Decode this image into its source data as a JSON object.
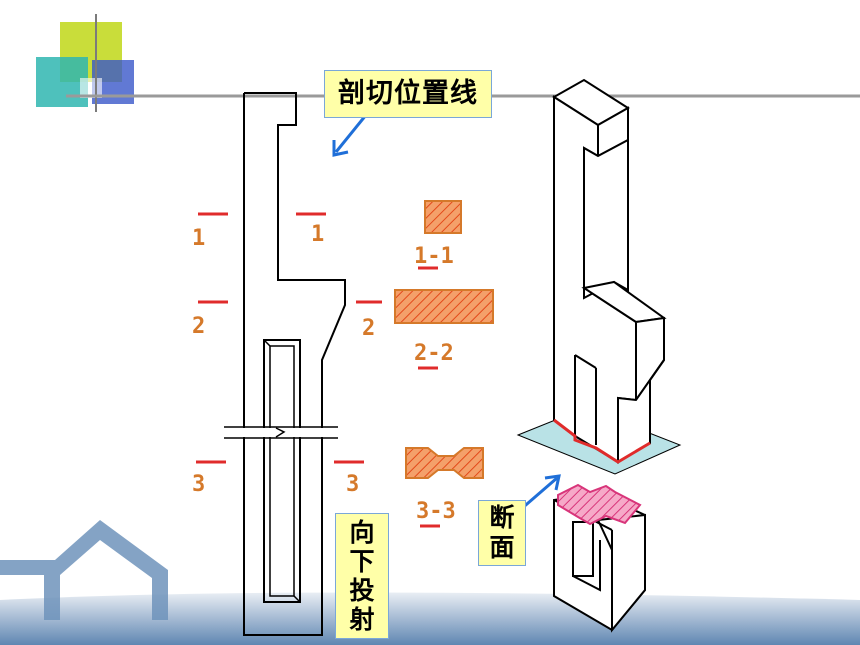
{
  "callouts": {
    "cut_position_line": "剖切位置线",
    "section": [
      "断",
      "面"
    ],
    "projection": [
      "向",
      "下",
      "投",
      "射"
    ]
  },
  "cut_marks": {
    "left": [
      "1",
      "2",
      "3"
    ],
    "right": [
      "1",
      "1",
      "2",
      "3"
    ]
  },
  "section_labels": [
    "1-1",
    "2-2",
    "3-3"
  ],
  "colors": {
    "section_fill": "#f4a06a",
    "hatch": "#e34a1a",
    "label_orange": "#d5792a",
    "mark_red": "#e02b2b",
    "callout_fill": "#ffffa8",
    "arrow_blue": "#1f6fd8",
    "cut_plane": "#b9e2e6",
    "highlight_pink": "#f28cb6",
    "deco_blue": "#5d87b4"
  }
}
